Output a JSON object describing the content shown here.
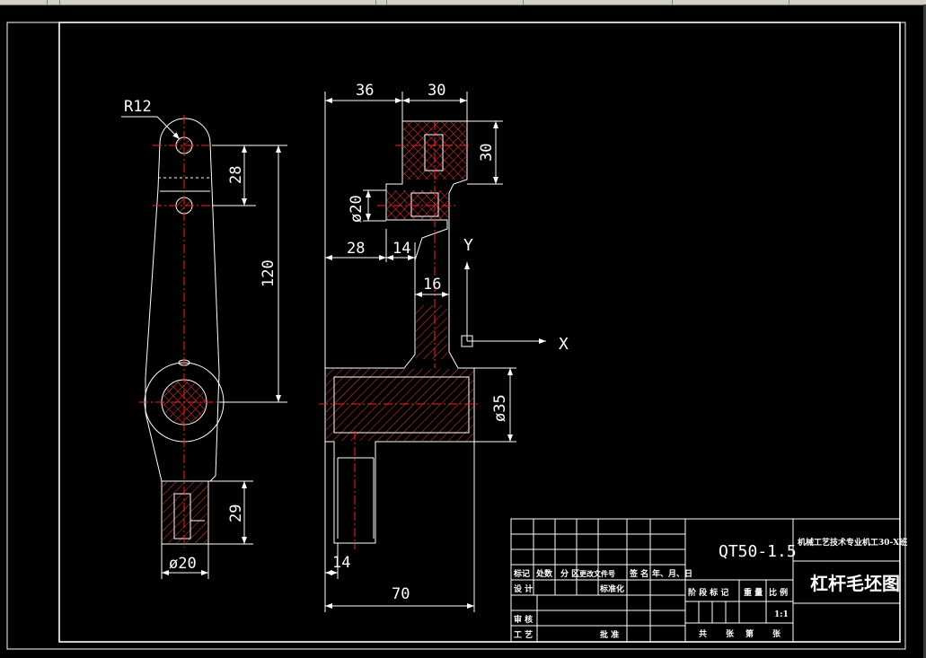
{
  "drawing": {
    "left_view": {
      "radius_label": "R12",
      "dim_28": "28",
      "dim_120": "120",
      "dim_29": "29",
      "dim_dia20": "ø20"
    },
    "right_view": {
      "dim_36": "36",
      "dim_30_top": "30",
      "dim_30_side": "30",
      "dim_dia20": "ø20",
      "dim_28": "28",
      "dim_14_upper": "14",
      "dim_16": "16",
      "dim_dia35": "ø35",
      "dim_14_lower": "14",
      "dim_70": "70"
    },
    "axes": {
      "y_label": "Y",
      "x_label": "X"
    }
  },
  "title_block": {
    "material": "QT50-1.5",
    "school": "机械工艺技术专业机工30-X班",
    "drawing_title": "杠杆毛坯图",
    "headers": [
      "标记",
      "处数",
      "分 区",
      "更改文件号",
      "签 名",
      "年、月、日"
    ],
    "design": "设 计",
    "standardize": "标准化",
    "review": "审 核",
    "process": "工 艺",
    "approve": "批 准",
    "stage_mark": "阶 段 标 记",
    "weight": "重 量",
    "scale": "比 例",
    "scale_value": "1:1",
    "sheets_total": "共",
    "sheets_total_unit": "张",
    "sheet_num": "第",
    "sheet_num_unit": "张"
  },
  "colors": {
    "background": "#000000",
    "lines": "#ffffff",
    "centerlines": "#ff2020"
  }
}
